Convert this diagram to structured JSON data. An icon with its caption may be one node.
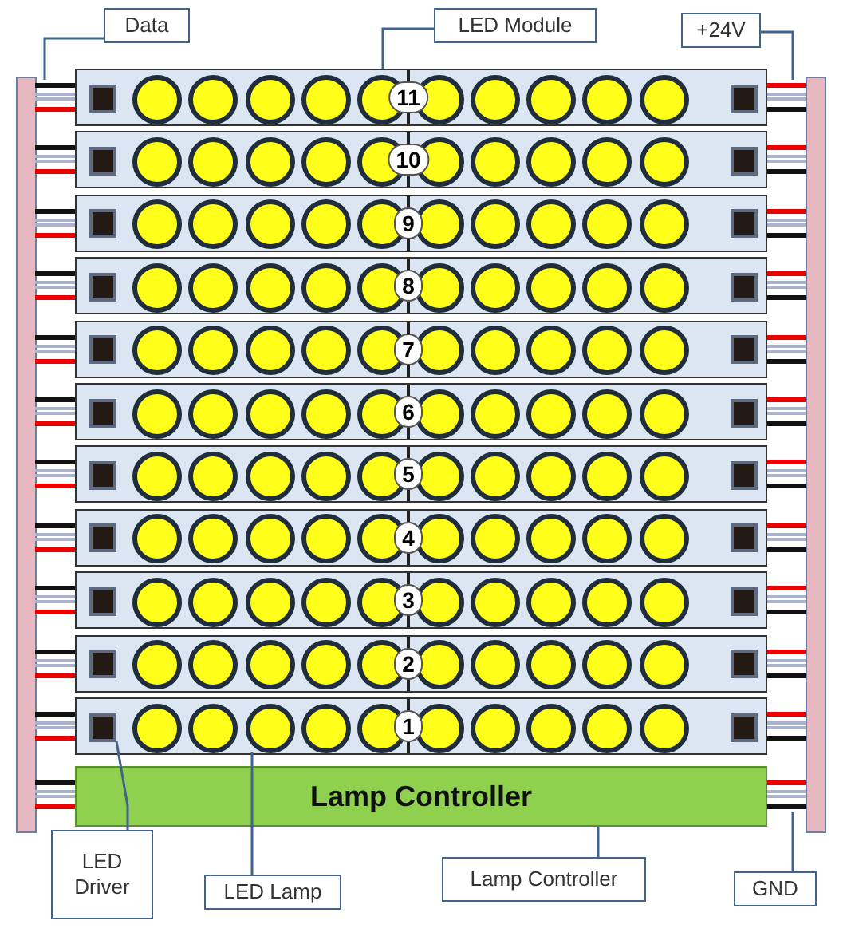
{
  "diagram": {
    "nodes": [
      {
        "text": [
          "Data"
        ]
      },
      {
        "text": [
          "LED Module"
        ]
      },
      {
        "text": [
          "+24V"
        ]
      },
      {
        "text": [
          "11"
        ]
      },
      {
        "text": [
          "10"
        ]
      },
      {
        "text": [
          "9"
        ]
      },
      {
        "text": [
          "8"
        ]
      },
      {
        "text": [
          "7"
        ]
      },
      {
        "text": [
          "6"
        ]
      },
      {
        "text": [
          "5"
        ]
      },
      {
        "text": [
          "4"
        ]
      },
      {
        "text": [
          "3"
        ]
      },
      {
        "text": [
          "2"
        ]
      },
      {
        "text": [
          "1"
        ]
      },
      {
        "text": [],
        "shape": "wire"
      },
      {
        "text": [],
        "shape": "wire"
      },
      {
        "text": [],
        "shape": "box",
        "in": 13
      },
      {
        "text": [],
        "shape": "circle",
        "in": 13
      },
      {
        "text": [
          "Lamp Controller"
        ]
      },
      {
        "text": [],
        "shape": "wire"
      },
      {
        "text": [
          "LED Driver"
        ]
      },
      {
        "text": [
          "LED Lamp"
        ]
      },
      {
        "text": [
          "Lamp Controller"
        ]
      },
      {
        "text": [
          "GND"
        ]
      }
    ],
    "edges": [
      {
        "from": 0,
        "to": 14,
        "arrow": "none"
      },
      {
        "from": 1,
        "to": 3,
        "arrow": "none"
      },
      {
        "from": 2,
        "to": 15,
        "arrow": "none"
      },
      {
        "from": 20,
        "to": 16,
        "arrow": "none"
      },
      {
        "from": 21,
        "to": 17,
        "arrow": "none"
      },
      {
        "from": 22,
        "to": 18,
        "arrow": "none"
      },
      {
        "from": 23,
        "to": 19,
        "arrow": "none"
      }
    ]
  }
}
